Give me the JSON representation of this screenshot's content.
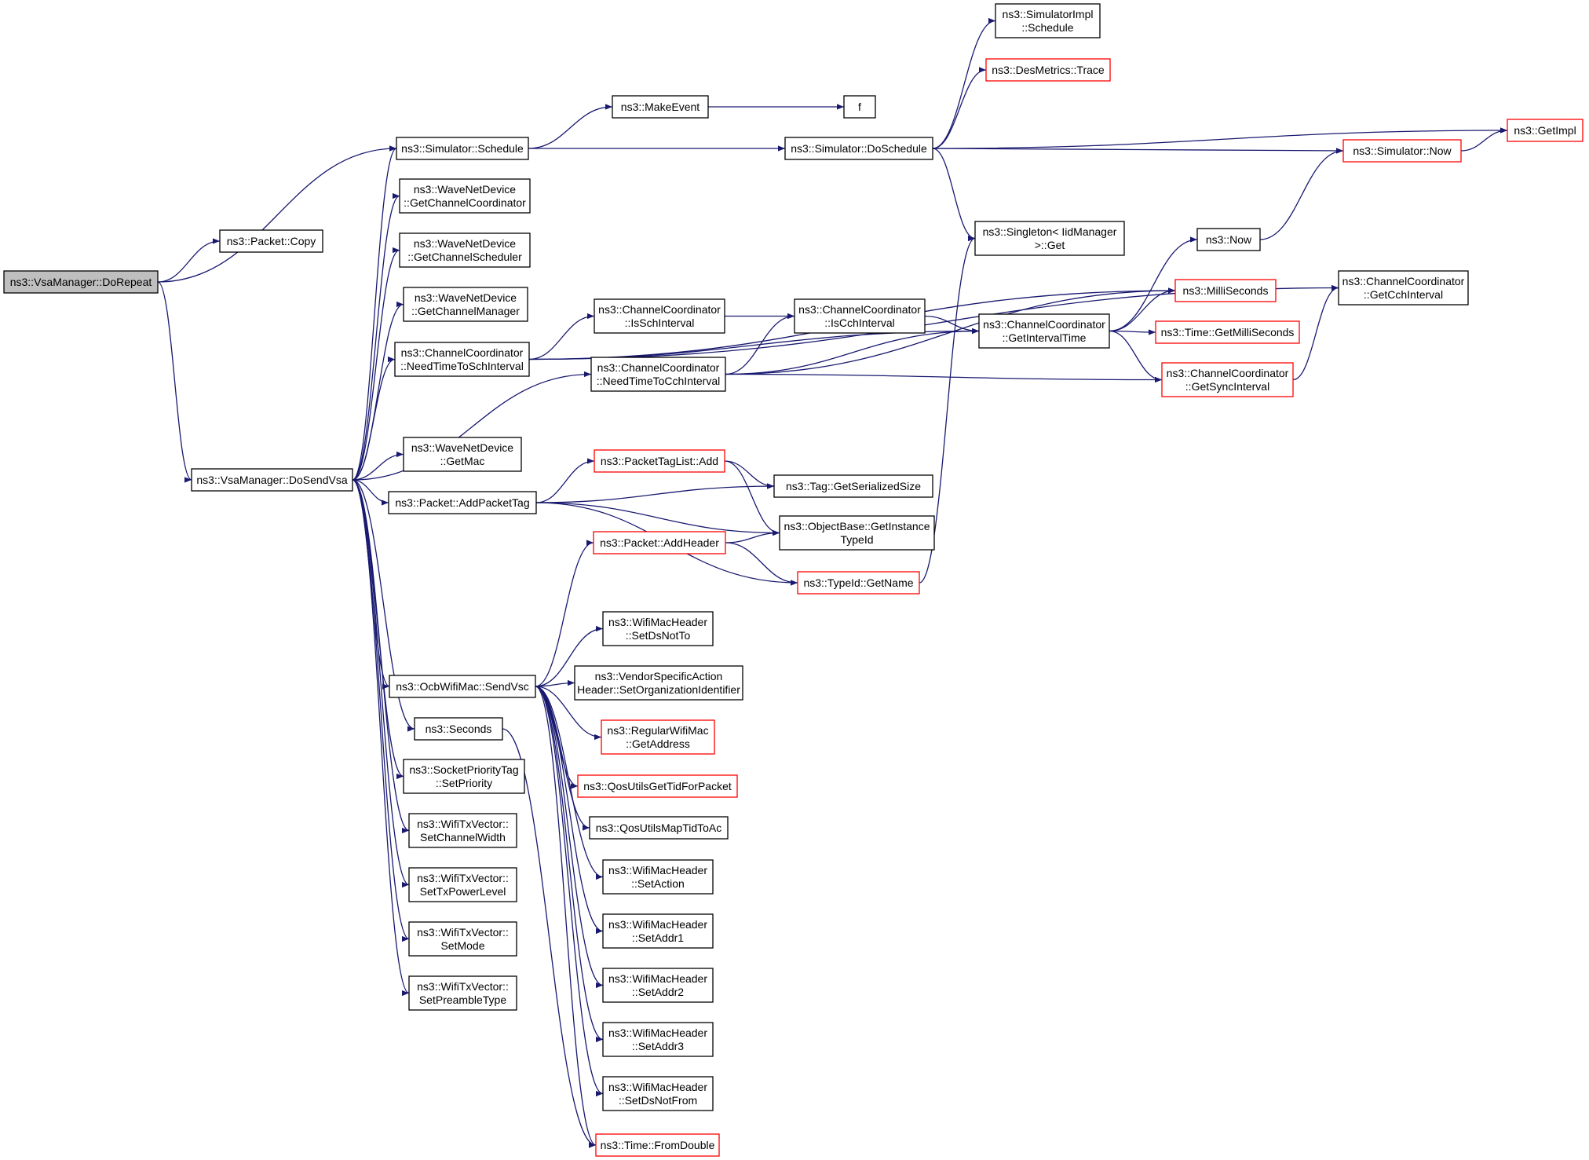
{
  "colors": {
    "edge": "#191970",
    "border": "#000000",
    "truncated_border": "#ff0000",
    "root_fill": "#bfbfbf",
    "node_fill": "#ffffff"
  },
  "nodes": [
    {
      "id": "dorepeat",
      "lines": [
        "ns3::VsaManager::DoRepeat"
      ],
      "root": true
    },
    {
      "id": "packet_copy",
      "lines": [
        "ns3::Packet::Copy"
      ]
    },
    {
      "id": "dosendvsa",
      "lines": [
        "ns3::VsaManager::DoSendVsa"
      ]
    },
    {
      "id": "sim_schedule",
      "lines": [
        "ns3::Simulator::Schedule"
      ]
    },
    {
      "id": "wnd_getcc",
      "lines": [
        "ns3::WaveNetDevice",
        "::GetChannelCoordinator"
      ]
    },
    {
      "id": "wnd_getcs",
      "lines": [
        "ns3::WaveNetDevice",
        "::GetChannelScheduler"
      ]
    },
    {
      "id": "wnd_getcm",
      "lines": [
        "ns3::WaveNetDevice",
        "::GetChannelManager"
      ]
    },
    {
      "id": "cc_needsch",
      "lines": [
        "ns3::ChannelCoordinator",
        "::NeedTimeToSchInterval"
      ]
    },
    {
      "id": "wnd_getmac",
      "lines": [
        "ns3::WaveNetDevice",
        "::GetMac"
      ]
    },
    {
      "id": "packet_addtag",
      "lines": [
        "ns3::Packet::AddPacketTag"
      ]
    },
    {
      "id": "ocb_sendvsc",
      "lines": [
        "ns3::OcbWifiMac::SendVsc"
      ]
    },
    {
      "id": "seconds",
      "lines": [
        "ns3::Seconds"
      ]
    },
    {
      "id": "spt_setprio",
      "lines": [
        "ns3::SocketPriorityTag",
        "::SetPriority"
      ]
    },
    {
      "id": "wtx_chwidth",
      "lines": [
        "ns3::WifiTxVector::",
        "SetChannelWidth"
      ]
    },
    {
      "id": "wtx_txpower",
      "lines": [
        "ns3::WifiTxVector::",
        "SetTxPowerLevel"
      ]
    },
    {
      "id": "wtx_mode",
      "lines": [
        "ns3::WifiTxVector::",
        "SetMode"
      ]
    },
    {
      "id": "wtx_preamble",
      "lines": [
        "ns3::WifiTxVector::",
        "SetPreambleType"
      ]
    },
    {
      "id": "makeevent",
      "lines": [
        "ns3::MakeEvent"
      ]
    },
    {
      "id": "f",
      "lines": [
        "f"
      ]
    },
    {
      "id": "sim_doschedule",
      "lines": [
        "ns3::Simulator::DoSchedule"
      ]
    },
    {
      "id": "simimpl_sched",
      "lines": [
        "ns3::SimulatorImpl",
        "::Schedule"
      ]
    },
    {
      "id": "desmetrics",
      "lines": [
        "ns3::DesMetrics::Trace"
      ],
      "truncated": true
    },
    {
      "id": "getimpl",
      "lines": [
        "ns3::GetImpl"
      ],
      "truncated": true
    },
    {
      "id": "sim_now",
      "lines": [
        "ns3::Simulator::Now"
      ],
      "truncated": true
    },
    {
      "id": "singleton_get",
      "lines": [
        "ns3::Singleton< IidManager",
        " >::Get"
      ]
    },
    {
      "id": "now",
      "lines": [
        "ns3::Now"
      ]
    },
    {
      "id": "milliseconds",
      "lines": [
        "ns3::MilliSeconds"
      ],
      "truncated": true
    },
    {
      "id": "cc_getcch",
      "lines": [
        "ns3::ChannelCoordinator",
        "::GetCchInterval"
      ]
    },
    {
      "id": "cc_issch",
      "lines": [
        "ns3::ChannelCoordinator",
        "::IsSchInterval"
      ]
    },
    {
      "id": "cc_iscch",
      "lines": [
        "ns3::ChannelCoordinator",
        "::IsCchInterval"
      ]
    },
    {
      "id": "cc_getinterval",
      "lines": [
        "ns3::ChannelCoordinator",
        "::GetIntervalTime"
      ]
    },
    {
      "id": "time_getms",
      "lines": [
        "ns3::Time::GetMilliSeconds"
      ],
      "truncated": true
    },
    {
      "id": "cc_needcch",
      "lines": [
        "ns3::ChannelCoordinator",
        "::NeedTimeToCchInterval"
      ]
    },
    {
      "id": "cc_getsync",
      "lines": [
        "ns3::ChannelCoordinator",
        "::GetSyncInterval"
      ],
      "truncated": true
    },
    {
      "id": "ptl_add",
      "lines": [
        "ns3::PacketTagList::Add"
      ],
      "truncated": true
    },
    {
      "id": "tag_getsize",
      "lines": [
        "ns3::Tag::GetSerializedSize"
      ]
    },
    {
      "id": "objbase_gettid",
      "lines": [
        "ns3::ObjectBase::GetInstance",
        "TypeId"
      ]
    },
    {
      "id": "packet_addheader",
      "lines": [
        "ns3::Packet::AddHeader"
      ],
      "truncated": true
    },
    {
      "id": "typeid_getname",
      "lines": [
        "ns3::TypeId::GetName"
      ],
      "truncated": true
    },
    {
      "id": "wmh_setdsnotto",
      "lines": [
        "ns3::WifiMacHeader",
        "::SetDsNotTo"
      ]
    },
    {
      "id": "vsah_setorg",
      "lines": [
        "ns3::VendorSpecificAction",
        "Header::SetOrganizationIdentifier"
      ]
    },
    {
      "id": "rwm_getaddr",
      "lines": [
        "ns3::RegularWifiMac",
        "::GetAddress"
      ],
      "truncated": true
    },
    {
      "id": "qos_gettid",
      "lines": [
        "ns3::QosUtilsGetTidForPacket"
      ],
      "truncated": true
    },
    {
      "id": "qos_maptid",
      "lines": [
        "ns3::QosUtilsMapTidToAc"
      ]
    },
    {
      "id": "wmh_setaction",
      "lines": [
        "ns3::WifiMacHeader",
        "::SetAction"
      ]
    },
    {
      "id": "wmh_setaddr1",
      "lines": [
        "ns3::WifiMacHeader",
        "::SetAddr1"
      ]
    },
    {
      "id": "wmh_setaddr2",
      "lines": [
        "ns3::WifiMacHeader",
        "::SetAddr2"
      ]
    },
    {
      "id": "wmh_setaddr3",
      "lines": [
        "ns3::WifiMacHeader",
        "::SetAddr3"
      ]
    },
    {
      "id": "wmh_setdsnotfrom",
      "lines": [
        "ns3::WifiMacHeader",
        "::SetDsNotFrom"
      ]
    },
    {
      "id": "time_fromdouble",
      "lines": [
        "ns3::Time::FromDouble"
      ],
      "truncated": true
    }
  ],
  "edges": [
    [
      "dorepeat",
      "packet_copy"
    ],
    [
      "dorepeat",
      "sim_schedule"
    ],
    [
      "dorepeat",
      "dosendvsa"
    ],
    [
      "dosendvsa",
      "sim_schedule"
    ],
    [
      "dosendvsa",
      "wnd_getcc"
    ],
    [
      "dosendvsa",
      "wnd_getcs"
    ],
    [
      "dosendvsa",
      "wnd_getcm"
    ],
    [
      "dosendvsa",
      "cc_needsch"
    ],
    [
      "dosendvsa",
      "cc_needcch"
    ],
    [
      "dosendvsa",
      "wnd_getmac"
    ],
    [
      "dosendvsa",
      "packet_addtag"
    ],
    [
      "dosendvsa",
      "ocb_sendvsc"
    ],
    [
      "dosendvsa",
      "seconds"
    ],
    [
      "dosendvsa",
      "spt_setprio"
    ],
    [
      "dosendvsa",
      "wtx_chwidth"
    ],
    [
      "dosendvsa",
      "wtx_txpower"
    ],
    [
      "dosendvsa",
      "wtx_mode"
    ],
    [
      "dosendvsa",
      "wtx_preamble"
    ],
    [
      "sim_schedule",
      "makeevent"
    ],
    [
      "sim_schedule",
      "sim_doschedule"
    ],
    [
      "makeevent",
      "f"
    ],
    [
      "sim_doschedule",
      "simimpl_sched"
    ],
    [
      "sim_doschedule",
      "desmetrics"
    ],
    [
      "sim_doschedule",
      "getimpl"
    ],
    [
      "sim_doschedule",
      "sim_now"
    ],
    [
      "sim_doschedule",
      "singleton_get"
    ],
    [
      "sim_now",
      "getimpl"
    ],
    [
      "cc_needsch",
      "cc_getcch"
    ],
    [
      "cc_needsch",
      "milliseconds"
    ],
    [
      "cc_needsch",
      "cc_issch"
    ],
    [
      "cc_needsch",
      "cc_getinterval"
    ],
    [
      "cc_issch",
      "cc_iscch"
    ],
    [
      "cc_iscch",
      "cc_getinterval"
    ],
    [
      "cc_getinterval",
      "now"
    ],
    [
      "cc_getinterval",
      "milliseconds"
    ],
    [
      "cc_getinterval",
      "time_getms"
    ],
    [
      "cc_getinterval",
      "cc_getsync"
    ],
    [
      "now",
      "sim_now"
    ],
    [
      "cc_getsync",
      "cc_getcch"
    ],
    [
      "cc_needcch",
      "cc_iscch"
    ],
    [
      "cc_needcch",
      "cc_getinterval"
    ],
    [
      "cc_needcch",
      "milliseconds"
    ],
    [
      "cc_needcch",
      "cc_getsync"
    ],
    [
      "packet_addtag",
      "ptl_add"
    ],
    [
      "packet_addtag",
      "tag_getsize"
    ],
    [
      "packet_addtag",
      "objbase_gettid"
    ],
    [
      "packet_addtag",
      "typeid_getname"
    ],
    [
      "ptl_add",
      "tag_getsize"
    ],
    [
      "ptl_add",
      "objbase_gettid"
    ],
    [
      "packet_addheader",
      "objbase_gettid"
    ],
    [
      "packet_addheader",
      "typeid_getname"
    ],
    [
      "typeid_getname",
      "singleton_get"
    ],
    [
      "ocb_sendvsc",
      "packet_addheader"
    ],
    [
      "ocb_sendvsc",
      "wmh_setdsnotto"
    ],
    [
      "ocb_sendvsc",
      "vsah_setorg"
    ],
    [
      "ocb_sendvsc",
      "rwm_getaddr"
    ],
    [
      "ocb_sendvsc",
      "qos_gettid"
    ],
    [
      "ocb_sendvsc",
      "qos_maptid"
    ],
    [
      "ocb_sendvsc",
      "wmh_setaction"
    ],
    [
      "ocb_sendvsc",
      "wmh_setaddr1"
    ],
    [
      "ocb_sendvsc",
      "wmh_setaddr2"
    ],
    [
      "ocb_sendvsc",
      "wmh_setaddr3"
    ],
    [
      "ocb_sendvsc",
      "wmh_setdsnotfrom"
    ],
    [
      "ocb_sendvsc",
      "time_fromdouble"
    ],
    [
      "seconds",
      "time_fromdouble"
    ]
  ]
}
